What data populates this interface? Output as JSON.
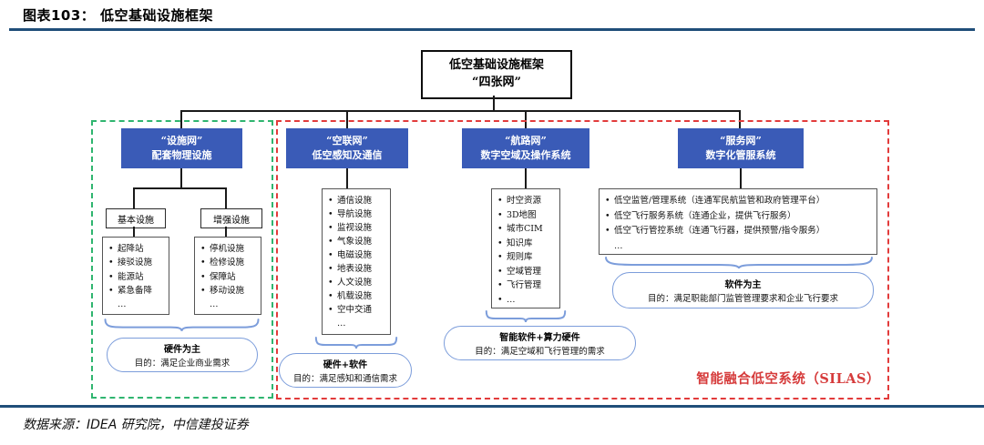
{
  "header": {
    "title": "图表103：  低空基础设施框架"
  },
  "root_box": {
    "line1": "低空基础设施框架",
    "line2": "“四张网”"
  },
  "columns": [
    {
      "header_line1": "“设施网”",
      "header_line2": "配套物理设施",
      "sub_groups": [
        {
          "label": "基本设施",
          "ellipsis_has_bullet": false,
          "items": [
            "起降站",
            "接驳设施",
            "能源站",
            "紧急备降",
            "…"
          ]
        },
        {
          "label": "增强设施",
          "ellipsis_has_bullet": false,
          "items": [
            "停机设施",
            "检修设施",
            "保障站",
            "移动设施",
            "…"
          ]
        }
      ],
      "summary_line1": "硬件为主",
      "summary_line2": "目的：满足企业商业需求"
    },
    {
      "header_line1": "“空联网”",
      "header_line2": "低空感知及通信",
      "ellipsis_has_bullet": false,
      "items": [
        "通信设施",
        "导航设施",
        "监视设施",
        "气象设施",
        "电磁设施",
        "地表设施",
        "人文设施",
        "机载设施",
        "空中交通",
        "…"
      ],
      "summary_line1": "硬件+软件",
      "summary_line2": "目的：满足感知和通信需求"
    },
    {
      "header_line1": "“航路网”",
      "header_line2": "数字空域及操作系统",
      "ellipsis_has_bullet": true,
      "items": [
        "时空资源",
        "3D地图",
        "城市CIM",
        "知识库",
        "规则库",
        "空域管理",
        "飞行管理",
        "…"
      ],
      "summary_line1": "智能软件+算力硬件",
      "summary_line2": "目的：满足空域和飞行管理的需求"
    },
    {
      "header_line1": "“服务网”",
      "header_line2": "数字化管服系统",
      "ellipsis_has_bullet": false,
      "items": [
        "低空监管/管理系统（连通军民航监管和政府管理平台）",
        "低空飞行服务系统（连通企业，提供飞行服务）",
        "低空飞行管控系统（连通飞行器，提供预警/指令服务）",
        "…"
      ],
      "summary_line1": "软件为主",
      "summary_line2": "目的：满足职能部门监管管理要求和企业飞行要求"
    }
  ],
  "silas_label": "智能融合低空系统（SILAS）",
  "footer": {
    "source": "数据来源：IDEA 研究院，中信建投证券"
  },
  "colors": {
    "network_box_blue": "#3A5BB7",
    "rule_blue": "#1F4E79",
    "green_dashed_border": "#2FB56F",
    "red_dashed_border": "#E23B3B",
    "brace_light_blue": "#7C9DDB",
    "silas_red": "#D63C3C"
  }
}
